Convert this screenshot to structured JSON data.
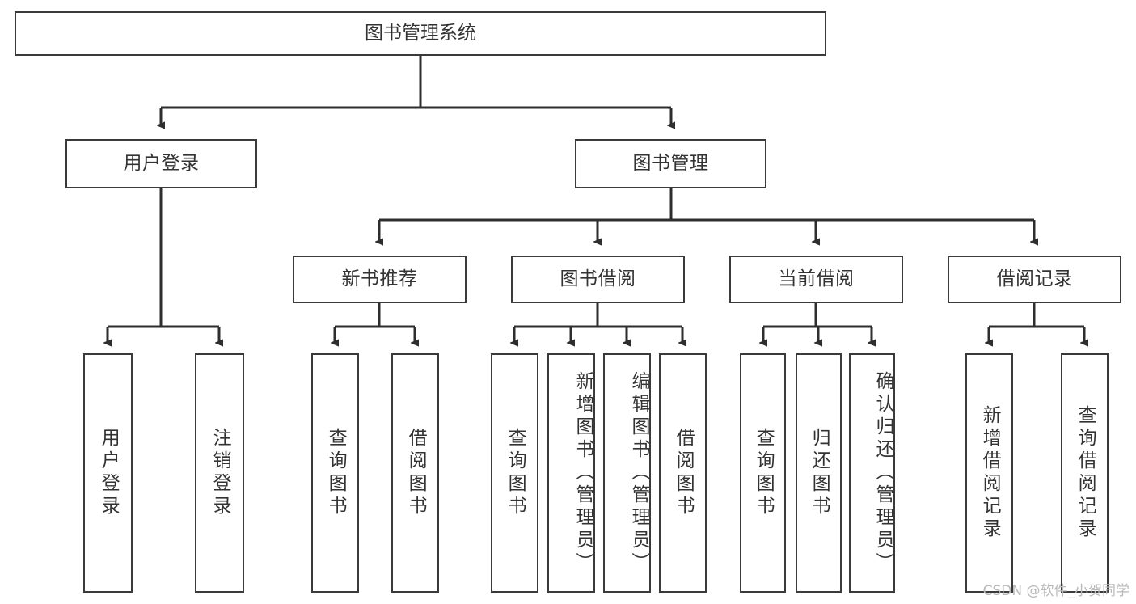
{
  "diagram": {
    "title": "图书管理系统",
    "root": {
      "label": "图书管理系统"
    },
    "level2": [
      {
        "label": "用户登录"
      },
      {
        "label": "图书管理"
      }
    ],
    "level3": [
      {
        "label": "新书推荐"
      },
      {
        "label": "图书借阅"
      },
      {
        "label": "当前借阅"
      },
      {
        "label": "借阅记录"
      }
    ],
    "leaves": {
      "user_login": [
        {
          "label": "用户登录"
        },
        {
          "label": "注销登录"
        }
      ],
      "new_book_recommend": [
        {
          "label": "查询图书"
        },
        {
          "label": "借阅图书"
        }
      ],
      "book_borrow": [
        {
          "label": "查询图书"
        },
        {
          "label": "新增图书（管理员）"
        },
        {
          "label": "编辑图书（管理员）"
        },
        {
          "label": "借阅图书"
        }
      ],
      "current_borrow": [
        {
          "label": "查询图书"
        },
        {
          "label": "归还图书"
        },
        {
          "label": "确认归还（管理员）"
        }
      ],
      "borrow_record": [
        {
          "label": "新增借阅记录"
        },
        {
          "label": "查询借阅记录"
        }
      ]
    }
  },
  "watermark": {
    "text": "CSDN @软件_小贺同学"
  },
  "colors": {
    "box_border": "#3a3a3a",
    "line": "#2e2e2e",
    "text": "#333333",
    "background": "#ffffff",
    "watermark": "#b9b9b9"
  }
}
